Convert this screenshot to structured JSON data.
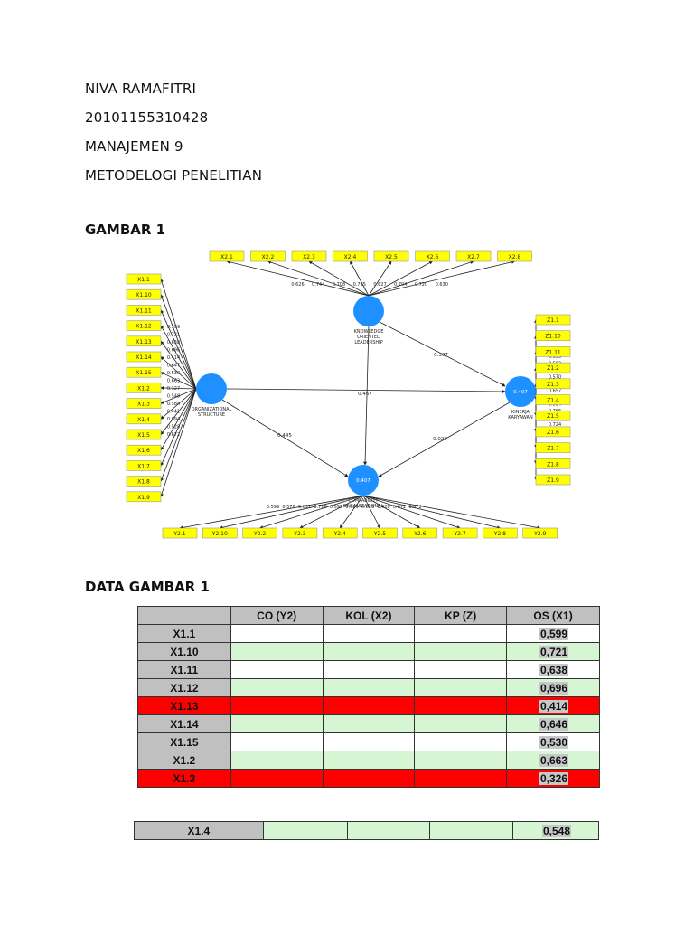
{
  "header": {
    "name": "NIVA RAMAFITRI",
    "id": "20101155310428",
    "class": "MANAJEMEN 9",
    "course": "METODELOGI PENELITIAN"
  },
  "figure_title": "GAMBAR 1",
  "table_title": "DATA GAMBAR 1",
  "diagram": {
    "nodes": {
      "kol": {
        "label": [
          "KNOWLEDGE",
          "ORIENTED",
          "LEADERSHIP"
        ],
        "value": ""
      },
      "os": {
        "label": [
          "ORGANIZATIONAL",
          "STRUCTURE"
        ],
        "value": ""
      },
      "kp": {
        "label": [
          "KINERJA",
          "KARYAWAN"
        ],
        "value": "0.407"
      },
      "co": {
        "label": [
          "COMPABILITY",
          "ORGANIZATIONAL"
        ],
        "value": "0.407"
      }
    },
    "paths": {
      "kol_kp": "0.367",
      "os_kp": "0.467",
      "os_co": "0.445",
      "kp_co": "0.029"
    },
    "x2_items": [
      "X2.1",
      "X2.2",
      "X2.3",
      "X2.4",
      "X2.5",
      "X2.6",
      "X2.7",
      "X2.8"
    ],
    "x2_loadings": [
      "0.626",
      "0.744",
      "0.708",
      "0.725",
      "0.627",
      "0.704",
      "0.720",
      "0.630"
    ],
    "x1_items": [
      "X1.1",
      "X1.10",
      "X1.11",
      "X1.12",
      "X1.13",
      "X1.14",
      "X1.15",
      "X1.2",
      "X1.3",
      "X1.4",
      "X1.5",
      "X1.6",
      "X1.7",
      "X1.8",
      "X1.9"
    ],
    "x1_loadings": [
      "0.599",
      "0.721",
      "0.638",
      "0.696",
      "0.414",
      "0.647",
      "0.530",
      "0.663",
      "0.327",
      "0.548",
      "0.584",
      "0.441",
      "0.694",
      "0.528",
      "0.672"
    ],
    "z1_items": [
      "Z1.1",
      "Z1.10",
      "Z1.11",
      "Z1.2",
      "Z1.3",
      "Z1.4",
      "Z1.5",
      "Z1.6",
      "Z1.7",
      "Z1.8",
      "Z1.9"
    ],
    "z1_loadings": [
      "0.555",
      "0.582",
      "0.470",
      "0.570",
      "0.458",
      "0.657",
      "0.656",
      "0.584",
      "0.786",
      "0.621",
      "0.724"
    ],
    "y2_items": [
      "Y2.1",
      "Y2.10",
      "Y2.2",
      "Y2.3",
      "Y2.4",
      "Y2.5",
      "Y2.6",
      "Y2.7",
      "Y2.8",
      "Y2.9"
    ],
    "y2_loadings": [
      "0.599",
      "0.576",
      "0.691",
      "0.716",
      "0.595",
      "0.629",
      "0.623",
      "0.628",
      "0.672",
      "0.672"
    ]
  },
  "table": {
    "headers": [
      "",
      "CO (Y2)",
      "KOL (X2)",
      "KP (Z)",
      "OS (X1)"
    ],
    "rows": [
      {
        "label": "X1.1",
        "os": "0,599",
        "style": "white"
      },
      {
        "label": "X1.10",
        "os": "0,721",
        "style": "green"
      },
      {
        "label": "X1.11",
        "os": "0,638",
        "style": "white"
      },
      {
        "label": "X1.12",
        "os": "0,696",
        "style": "green"
      },
      {
        "label": "X1.13",
        "os": "0,414",
        "style": "red"
      },
      {
        "label": "X1.14",
        "os": "0,646",
        "style": "green"
      },
      {
        "label": "X1.15",
        "os": "0,530",
        "style": "white"
      },
      {
        "label": "X1.2",
        "os": "0,663",
        "style": "green"
      },
      {
        "label": "X1.3",
        "os": "0,326",
        "style": "red"
      }
    ],
    "extra_row": {
      "label": "X1.4",
      "os": "0,548",
      "style": "green"
    }
  },
  "colors": {
    "indicator_fill": "#ffff00",
    "latent_fill": "#1e90ff",
    "row_green": "#d6f5d3",
    "row_red": "#ff0000",
    "label_gray": "#c0c0c0"
  }
}
